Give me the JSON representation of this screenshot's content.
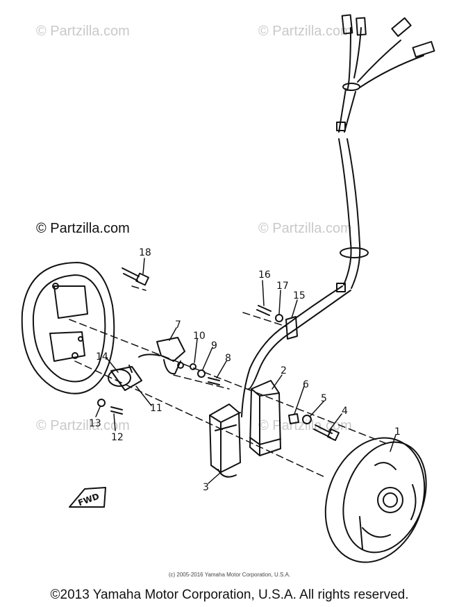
{
  "watermarks": [
    {
      "id": "wm-top-left",
      "text": "© Partzilla.com",
      "strong": false
    },
    {
      "id": "wm-top-right",
      "text": "© Partzilla.com",
      "strong": false
    },
    {
      "id": "wm-mid-left",
      "text": "© Partzilla.com",
      "strong": true
    },
    {
      "id": "wm-mid-right",
      "text": "© Partzilla.com",
      "strong": false
    },
    {
      "id": "wm-low-left",
      "text": "© Partzilla.com",
      "strong": false
    },
    {
      "id": "wm-low-right",
      "text": "© Partzilla.com",
      "strong": false
    }
  ],
  "callouts": [
    "18",
    "7",
    "10",
    "9",
    "8",
    "16",
    "17",
    "15",
    "2",
    "6",
    "5",
    "4",
    "1",
    "14",
    "11",
    "13",
    "12",
    "3"
  ],
  "fwd_label": "FWD",
  "copyright_small": "(c) 2005-2016 Yamaha Motor Corporation, U.S.A.",
  "copyright_main": "©2013 Yamaha Motor Corporation, U.S.A. All rights reserved."
}
